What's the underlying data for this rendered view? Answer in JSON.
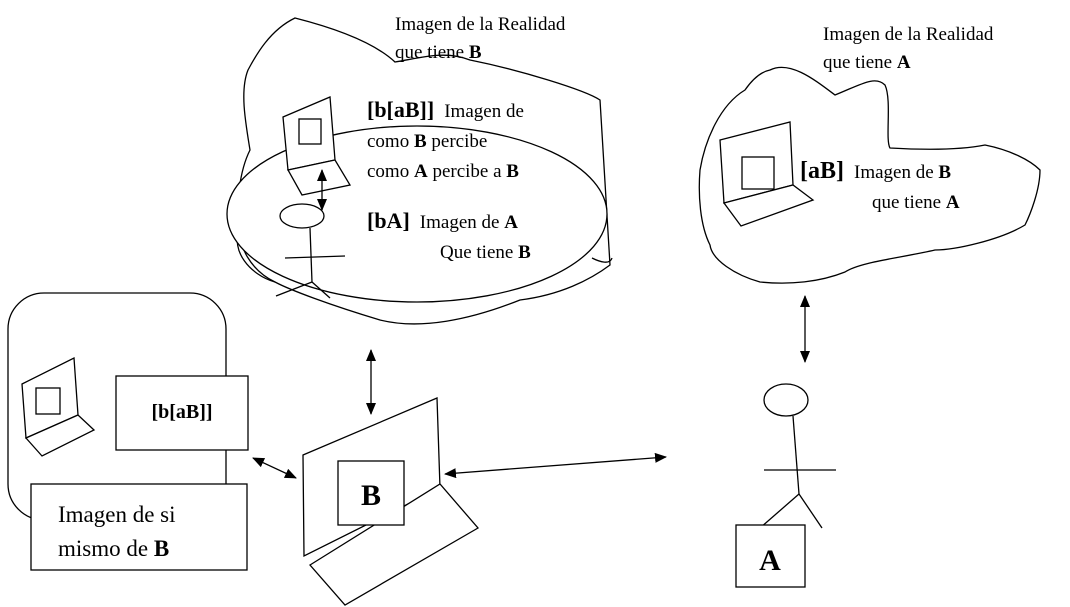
{
  "cloud_b": {
    "title_line1": "Imagen de la Realidad",
    "title_line2_prefix": "que tiene ",
    "title_line2_bold": "B"
  },
  "ellipse_b": {
    "label1_code": "[b[aB]]",
    "label1_text": "Imagen de",
    "label1_line2_prefix": "como ",
    "label1_line2_bold": "B",
    "label1_line2_suffix": " percibe",
    "label1_line3_prefix": "como ",
    "label1_line3_bold": "A",
    "label1_line3_suffix": "  percibe a ",
    "label1_line3_bold2": "B",
    "label2_code": "[bA]",
    "label2_text": "Imagen de ",
    "label2_bold": "A",
    "label2_line2_prefix": "Que tiene ",
    "label2_line2_bold": "B"
  },
  "cloud_a": {
    "title_line1": "Imagen de la Realidad",
    "title_line2_prefix": "que tiene ",
    "title_line2_bold": "A",
    "label_code": "[aB]",
    "label_text": "Imagen  de ",
    "label_bold": "B",
    "label_line2_prefix": "que tiene ",
    "label_line2_bold": "A"
  },
  "self_image": {
    "box_code": "[b[aB]]",
    "caption_line1": "Imagen de si",
    "caption_line2_prefix": "mismo de ",
    "caption_line2_bold": "B"
  },
  "nodes": {
    "b_label": "B",
    "a_label": "A"
  }
}
